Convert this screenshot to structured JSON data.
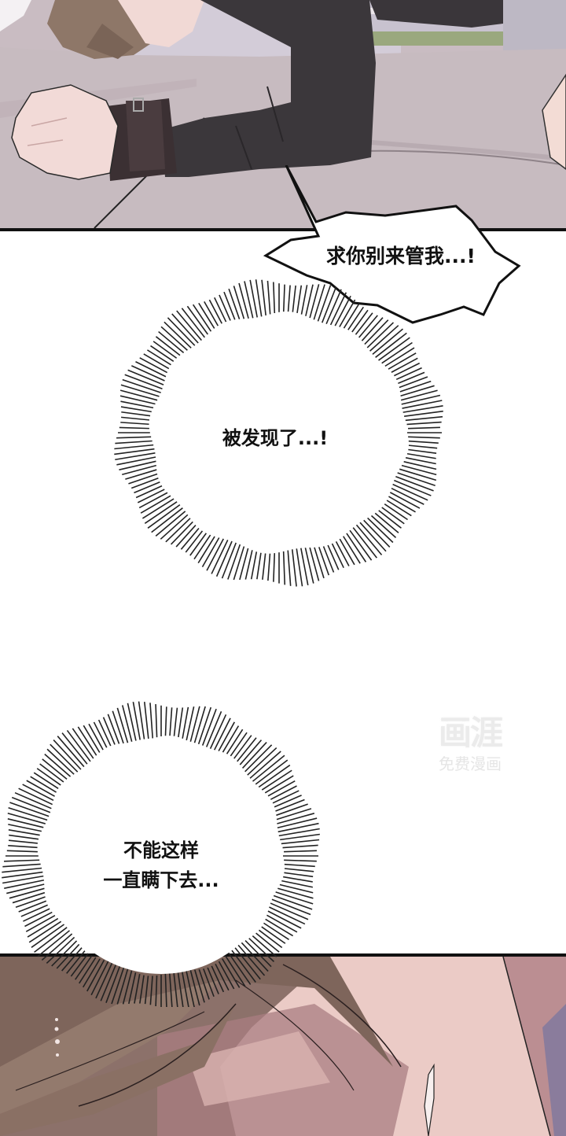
{
  "comic": {
    "panels": [
      {
        "id": "top-panel",
        "description": "character lying on couch, arm in dark sleeve with wrist strap"
      },
      {
        "id": "bottom-panel",
        "description": "close-up of face with hair and tear"
      }
    ],
    "speech_bubble": {
      "text": "求你别来管我...!"
    },
    "bursts": [
      {
        "text": "被发现了...!"
      },
      {
        "text": "不能这样\n一直瞒下去..."
      }
    ],
    "watermark": {
      "logo": "画涯",
      "subtitle": "免费漫画"
    },
    "colors": {
      "couch": "#c9bcc2",
      "sleeve": "#3a3539",
      "skin": "#f3d9d6",
      "hair": "#8a7466",
      "border": "#111111",
      "face_closeup": "#e9c9c4",
      "purple_cloth": "#8a7c9c"
    }
  }
}
